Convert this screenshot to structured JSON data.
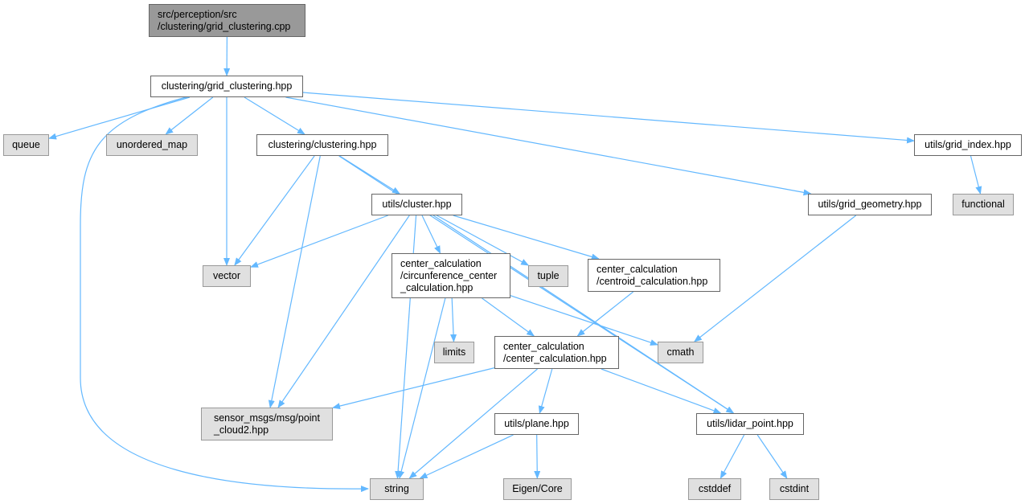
{
  "graph": {
    "edge_color": "#63b8ff",
    "nodes": [
      {
        "id": "cpp",
        "label": "src/perception/src\n/clustering/grid_clustering.cpp",
        "kind": "root"
      },
      {
        "id": "gch",
        "label": "clustering/grid_clustering.hpp",
        "kind": "file"
      },
      {
        "id": "queue",
        "label": "queue",
        "kind": "system"
      },
      {
        "id": "umap",
        "label": "unordered_map",
        "kind": "system"
      },
      {
        "id": "clh",
        "label": "clustering/clustering.hpp",
        "kind": "file"
      },
      {
        "id": "gidx",
        "label": "utils/grid_index.hpp",
        "kind": "file"
      },
      {
        "id": "functional",
        "label": "functional",
        "kind": "system"
      },
      {
        "id": "cluster",
        "label": "utils/cluster.hpp",
        "kind": "file"
      },
      {
        "id": "ggeo",
        "label": "utils/grid_geometry.hpp",
        "kind": "file"
      },
      {
        "id": "vector",
        "label": "vector",
        "kind": "system"
      },
      {
        "id": "circ",
        "label": "center_calculation\n/circunference_center\n_calculation.hpp",
        "kind": "file"
      },
      {
        "id": "tuple",
        "label": "tuple",
        "kind": "system"
      },
      {
        "id": "centroid",
        "label": "center_calculation\n/centroid_calculation.hpp",
        "kind": "file"
      },
      {
        "id": "limits",
        "label": "limits",
        "kind": "system"
      },
      {
        "id": "cc",
        "label": "center_calculation\n/center_calculation.hpp",
        "kind": "file"
      },
      {
        "id": "cmath",
        "label": "cmath",
        "kind": "system"
      },
      {
        "id": "sensor",
        "label": "sensor_msgs/msg/point\n_cloud2.hpp",
        "kind": "system"
      },
      {
        "id": "plane",
        "label": "utils/plane.hpp",
        "kind": "file"
      },
      {
        "id": "lidar",
        "label": "utils/lidar_point.hpp",
        "kind": "file"
      },
      {
        "id": "string",
        "label": "string",
        "kind": "system"
      },
      {
        "id": "eigen",
        "label": "Eigen/Core",
        "kind": "system"
      },
      {
        "id": "cstddef",
        "label": "cstddef",
        "kind": "system"
      },
      {
        "id": "cstdint",
        "label": "cstdint",
        "kind": "system"
      }
    ],
    "edges": [
      [
        "cpp",
        "gch"
      ],
      [
        "gch",
        "queue"
      ],
      [
        "gch",
        "umap"
      ],
      [
        "gch",
        "vector"
      ],
      [
        "gch",
        "clh"
      ],
      [
        "gch",
        "string"
      ],
      [
        "gch",
        "gidx"
      ],
      [
        "gch",
        "ggeo"
      ],
      [
        "clh",
        "vector"
      ],
      [
        "clh",
        "sensor"
      ],
      [
        "clh",
        "cluster"
      ],
      [
        "clh",
        "lidar"
      ],
      [
        "gidx",
        "functional"
      ],
      [
        "ggeo",
        "cmath"
      ],
      [
        "cluster",
        "vector"
      ],
      [
        "cluster",
        "sensor"
      ],
      [
        "cluster",
        "string"
      ],
      [
        "cluster",
        "circ"
      ],
      [
        "cluster",
        "tuple"
      ],
      [
        "cluster",
        "centroid"
      ],
      [
        "cluster",
        "lidar"
      ],
      [
        "circ",
        "string"
      ],
      [
        "circ",
        "limits"
      ],
      [
        "circ",
        "cc"
      ],
      [
        "circ",
        "cmath"
      ],
      [
        "centroid",
        "cc"
      ],
      [
        "cc",
        "sensor"
      ],
      [
        "cc",
        "string"
      ],
      [
        "cc",
        "plane"
      ],
      [
        "cc",
        "lidar"
      ],
      [
        "plane",
        "string"
      ],
      [
        "plane",
        "eigen"
      ],
      [
        "lidar",
        "cstddef"
      ],
      [
        "lidar",
        "cstdint"
      ]
    ]
  }
}
